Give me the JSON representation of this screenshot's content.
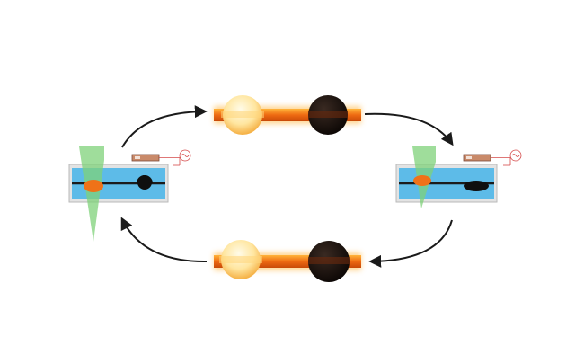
{
  "diagram": {
    "colors": {
      "background": "#ffffff",
      "channel": "#5dbbe8",
      "frame_fill": "#e3e3e3",
      "frame_border": "#b9b9b9",
      "light_beam": "#7fd17a",
      "fiber": "#1b1b1b",
      "droplet_orange": "#ef7218",
      "droplet_dark": "#0f0f0f",
      "micro_bar": "#ee6a12",
      "micro_glow": "#ffb43a",
      "micro_bright": "#fff1c2",
      "arrow": "#1a1a1a",
      "source_red": "#d44a4a"
    },
    "cycle": [
      "top-frame",
      "right-device",
      "bottom-frame",
      "left-device"
    ]
  }
}
